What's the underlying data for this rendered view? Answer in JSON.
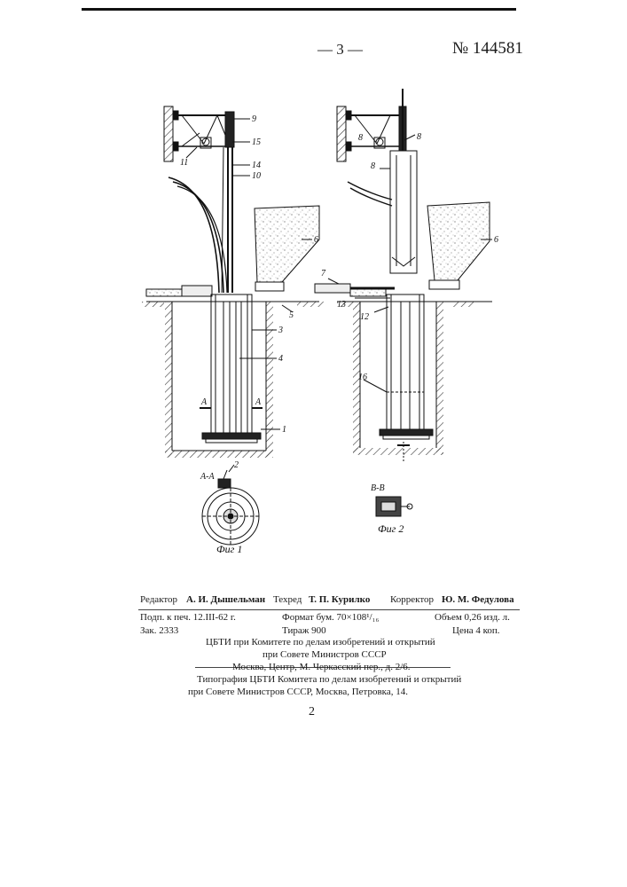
{
  "header": {
    "page_number": "— 3 —",
    "patent_number": "№ 144581"
  },
  "figure": {
    "fig1_caption": "Фиг 1",
    "fig2_caption": "Фиг 2",
    "fig1_labels": [
      "9",
      "15",
      "11",
      "14",
      "10",
      "6",
      "5",
      "3",
      "4",
      "1",
      "2"
    ],
    "fig2_labels": [
      "8",
      "8",
      "8",
      "7",
      "13",
      "12",
      "16"
    ],
    "section_aa": "А-А",
    "section_a": "А",
    "section_bb": "В-В"
  },
  "imprint": {
    "editor_role": "Редактор",
    "editor_name": "А. И. Дышельман",
    "tech_role": "Техред",
    "tech_name": "Т. П. Курилко",
    "corrector_role": "Корректор",
    "corrector_name": "Ю. М. Федулова",
    "signed": "Подп. к печ. 12.III-62 г.",
    "format": "Формат бум. 70×108¹/₁₆",
    "volume": "Объем 0,26 изд. л.",
    "order": "Зак. 2333",
    "print_run": "Тираж 900",
    "price": "Цена 4 коп.",
    "org_line1": "ЦБТИ при Комитете по делам изобретений и открытий",
    "org_line2": "при Совете Министров СССР",
    "org_line3": "Москва, Центр, М. Черкасский пер., д. 2/6.",
    "typo_line1": "Типография ЦБТИ Комитета по делам изобретений и открытий",
    "typo_line2": "при Совете Министров СССР, Москва, Петровка, 14."
  },
  "footer": {
    "page_number": "2"
  }
}
